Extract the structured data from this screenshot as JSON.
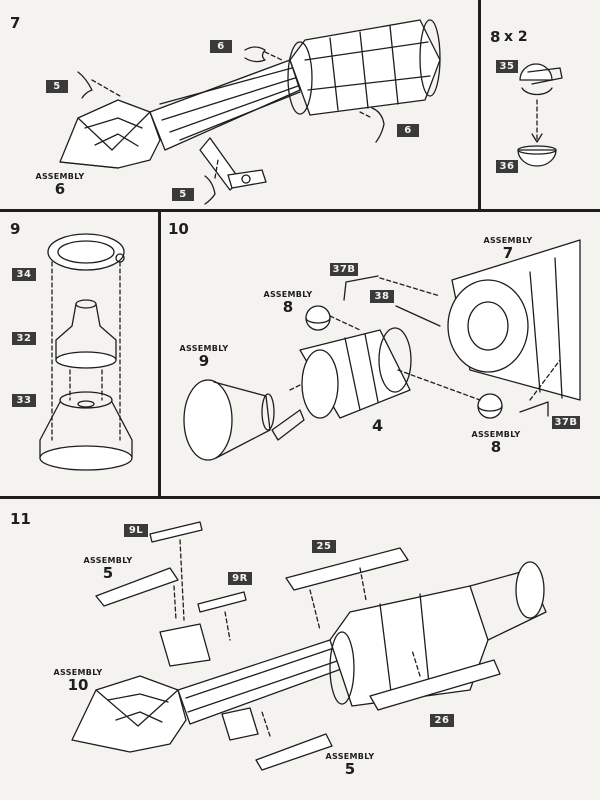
{
  "steps": {
    "s7": "7",
    "s8": "8",
    "s8_qty": "x 2",
    "s9": "9",
    "s10": "10",
    "s11": "11"
  },
  "parts": {
    "p6a": "6",
    "p6b": "6",
    "p5a": "5",
    "p5b": "5",
    "p35": "35",
    "p36": "36",
    "p34": "34",
    "p32": "32",
    "p33": "33",
    "p37b_top": "37B",
    "p38": "38",
    "p37b_right": "37B",
    "p4": "4",
    "p9l": "9L",
    "p9r": "9R",
    "p25": "25",
    "p26": "26"
  },
  "assemblies": {
    "word": "ASSEMBLY",
    "a6": "6",
    "a7": "7",
    "a8_top": "8",
    "a9": "9",
    "a8_bottom": "8",
    "a5_top": "5",
    "a10": "10",
    "a5_bottom": "5"
  }
}
